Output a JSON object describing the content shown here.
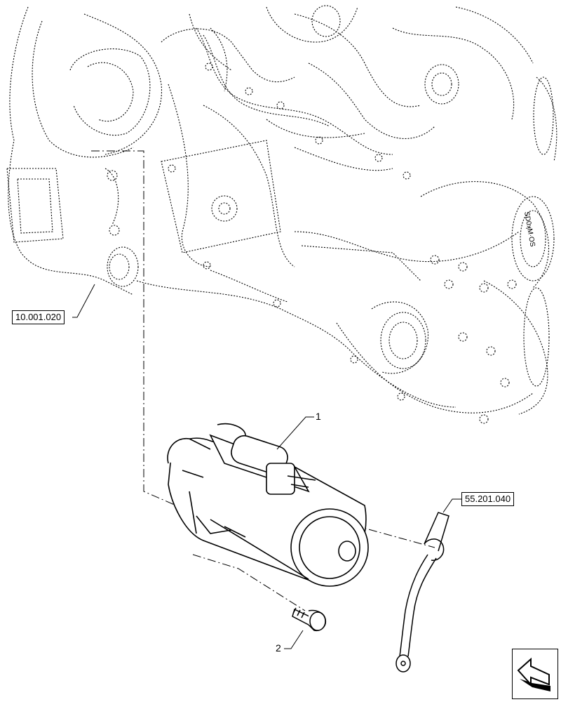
{
  "references": {
    "engine": "10.001.020",
    "cable": "55.201.040"
  },
  "callouts": {
    "starter": "1",
    "bolt": "2"
  },
  "engine_label": "SD0ʞM·OS",
  "icons": {
    "navigation": "next-page-arrow-icon"
  }
}
